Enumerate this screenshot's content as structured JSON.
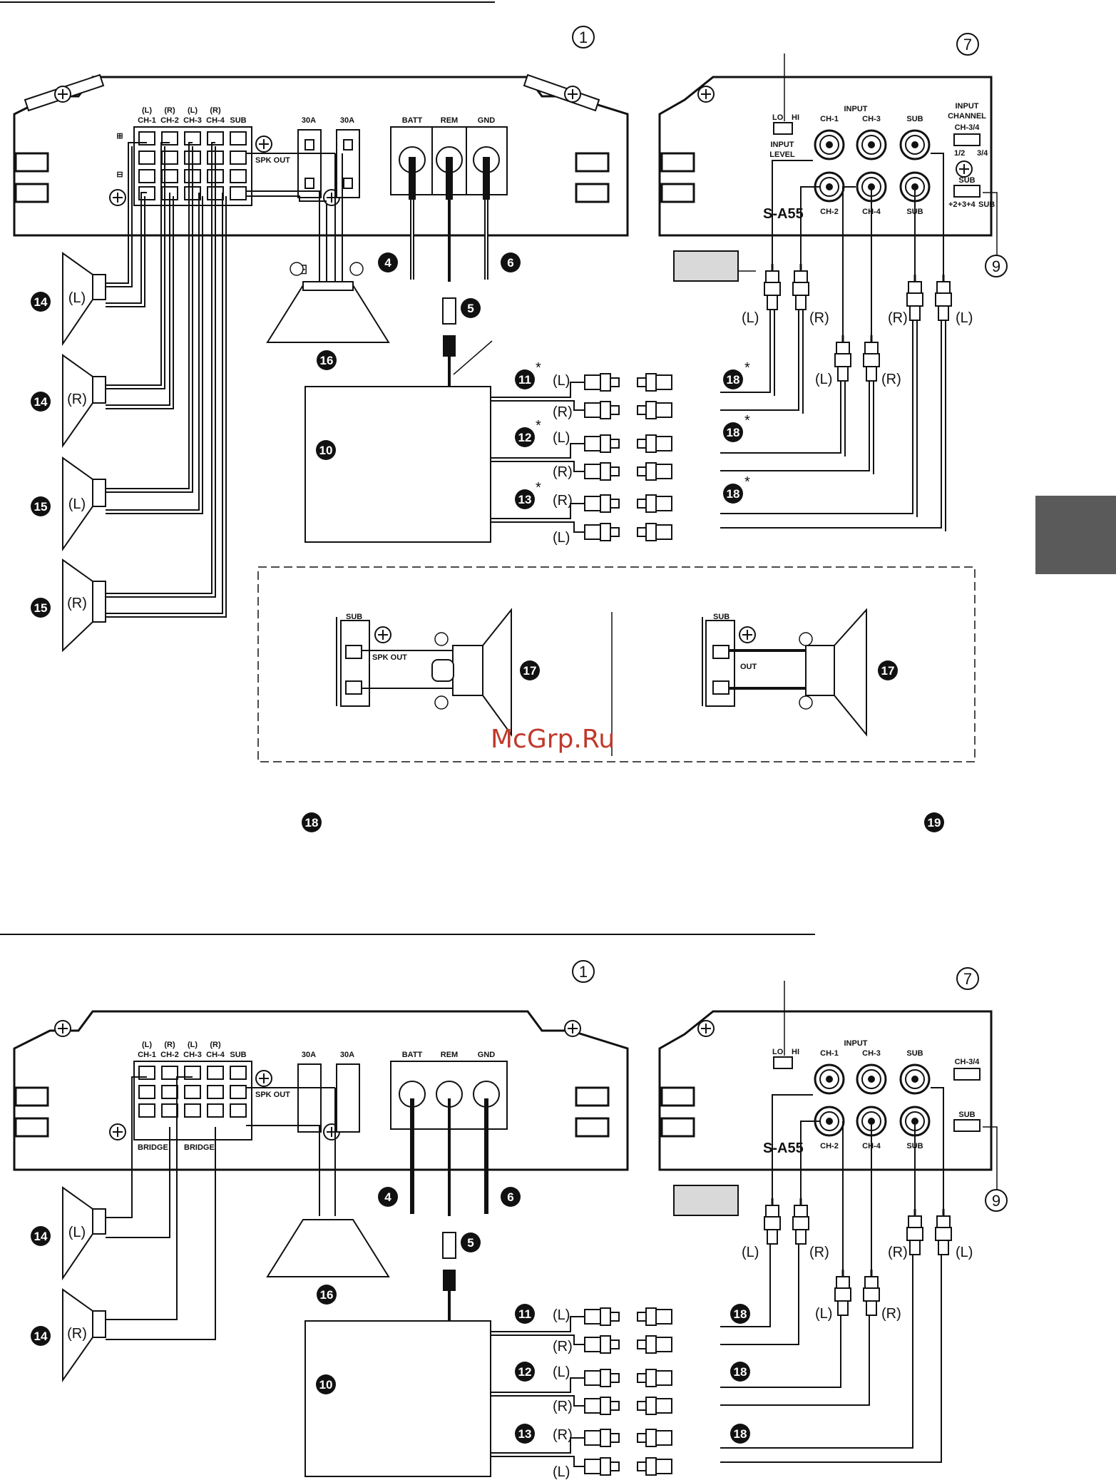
{
  "watermark": "McGrp.Ru",
  "colors": {
    "ink": "#111111",
    "tab": "#5a5a5a",
    "watermark": "#c0392b",
    "pad": "#d9d9d9"
  },
  "diagram_top": {
    "ring_label": "1",
    "ring_label_right": "7",
    "ring_label_9": "9",
    "terminals": {
      "ch1": "CH-1",
      "ch2": "CH-2",
      "ch3": "CH-3",
      "ch4": "CH-4",
      "sub": "SUB",
      "ch1_side": "(L)",
      "ch2_side": "(R)",
      "ch3_side": "(L)",
      "ch4_side": "(R)",
      "spk_out": "SPK OUT",
      "plus": "⊞",
      "minus": "⊟"
    },
    "fuses": [
      "30A",
      "30A"
    ],
    "power": [
      "BATT",
      "REM",
      "GND"
    ],
    "input_panel": {
      "lo": "LO",
      "hi": "HI",
      "input_level": "INPUT LEVEL",
      "input": "INPUT",
      "ch1": "CH-1",
      "ch3": "CH-3",
      "sub": "SUB",
      "ch2": "CH-2",
      "ch4": "CH-4",
      "sub2": "SUB",
      "l": "(L)",
      "r": "(R)",
      "input_channel": "INPUT CHANNEL",
      "ch34": "CH-3/4",
      "half": "1/2",
      "three4": "3/4",
      "sub_sw": "SUB",
      "combo": "+2+3+4",
      "sub_sw2": "SUB",
      "model": "S-A55"
    },
    "callouts": {
      "c4": "4",
      "c5": "5",
      "c6": "6",
      "c10": "10",
      "c11": "11",
      "c12": "12",
      "c13": "13",
      "c14": "14",
      "c15": "15",
      "c16": "16",
      "c17": "17",
      "c18": "18",
      "c19": "19"
    },
    "asterisk": "*",
    "speaker_sides": [
      "(L)",
      "(R)",
      "(L)",
      "(R)"
    ],
    "rca_sides_top": [
      "(L)",
      "(R)",
      "(R)",
      "(L)"
    ],
    "rca_sides_mid": [
      "(L)",
      "(R)"
    ],
    "unit_pairs": [
      [
        "(L)",
        "(R)"
      ],
      [
        "(L)",
        "(R)"
      ],
      [
        "(R)",
        "(L)"
      ]
    ],
    "sub_panel": {
      "sub": "SUB",
      "spk_out": "SPK OUT",
      "out": "OUT"
    }
  },
  "diagram_bottom": {
    "ring_label": "1",
    "ring_label_right": "7",
    "ring_label_9": "9",
    "bridge": "BRIDGE",
    "speaker_sides": [
      "(L)",
      "(R)"
    ]
  }
}
